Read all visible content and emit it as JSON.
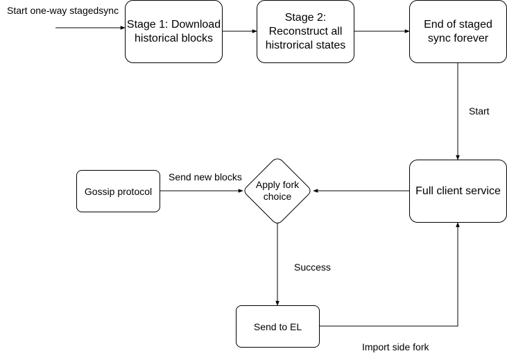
{
  "start_label": "Start one-way stagedsync",
  "nodes": {
    "stage1": "Stage 1: Download historical blocks",
    "stage2": "Stage 2: Reconstruct all histrorical states",
    "end_staged": "End of staged sync forever",
    "full_client": "Full client service",
    "apply_fork": "Apply fork choice",
    "gossip": "Gossip protocol",
    "send_el": "Send to EL"
  },
  "edge_labels": {
    "start": "Start",
    "send_new_blocks": "Send new blocks",
    "success": "Success",
    "import_side_fork": "Import side fork"
  }
}
